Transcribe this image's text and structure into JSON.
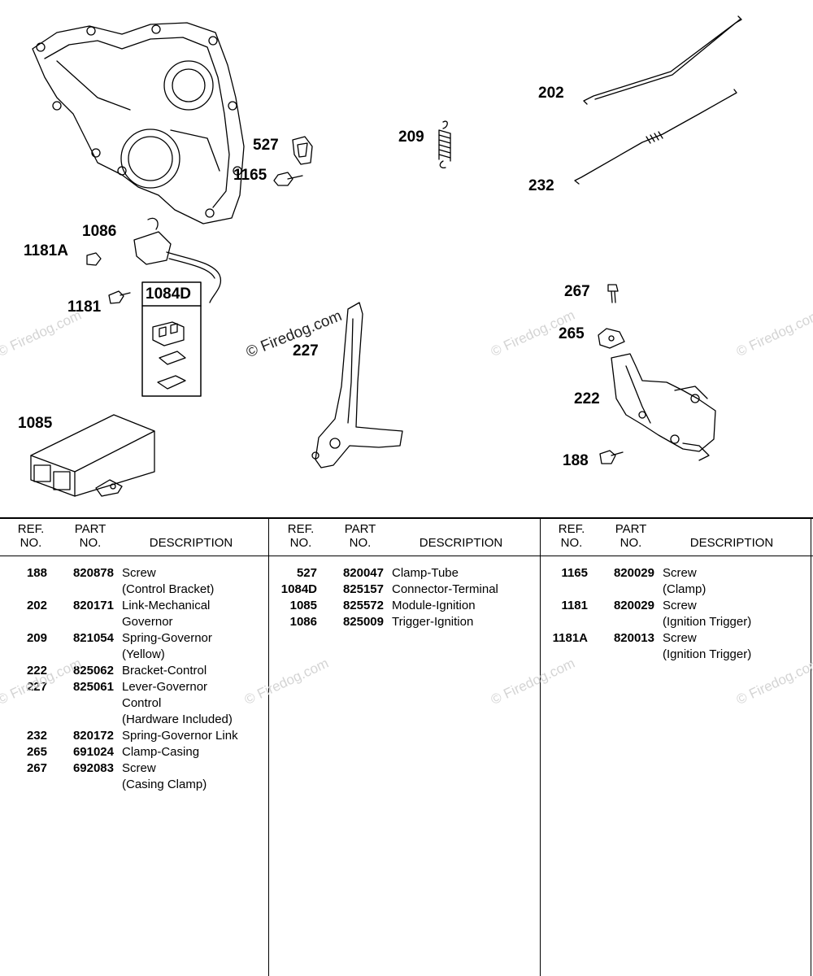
{
  "callouts": {
    "c202": "202",
    "c209": "209",
    "c232": "232",
    "c527": "527",
    "c1165": "1165",
    "c1086": "1086",
    "c1181A": "1181A",
    "c1181": "1181",
    "c1084D": "1084D",
    "c267": "267",
    "c265": "265",
    "c222": "222",
    "c188": "188",
    "c1085": "1085",
    "c227": "227"
  },
  "watermark": {
    "text": "© Firedog.com",
    "partial_left": "© Firedog.com",
    "partial_right": "© Firedog.com"
  },
  "table": {
    "headers": {
      "ref_line1": "REF.",
      "ref_line2": "NO.",
      "part_line1": "PART",
      "part_line2": "NO.",
      "description": "DESCRIPTION"
    },
    "columns": [
      {
        "rows": [
          {
            "ref": "188",
            "part": "820878",
            "desc": "Screw\n(Control Bracket)"
          },
          {
            "ref": "202",
            "part": "820171",
            "desc": "Link-Mechanical\nGovernor"
          },
          {
            "ref": "209",
            "part": "821054",
            "desc": "Spring-Governor\n(Yellow)"
          },
          {
            "ref": "222",
            "part": "825062",
            "desc": "Bracket-Control"
          },
          {
            "ref": "227",
            "part": "825061",
            "desc": "Lever-Governor\nControl\n(Hardware Included)"
          },
          {
            "ref": "232",
            "part": "820172",
            "desc": "Spring-Governor Link"
          },
          {
            "ref": "265",
            "part": "691024",
            "desc": "Clamp-Casing"
          },
          {
            "ref": "267",
            "part": "692083",
            "desc": "Screw\n(Casing Clamp)"
          }
        ]
      },
      {
        "rows": [
          {
            "ref": "527",
            "part": "820047",
            "desc": "Clamp-Tube"
          },
          {
            "ref": "1084D",
            "part": "825157",
            "desc": "Connector-Terminal"
          },
          {
            "ref": "1085",
            "part": "825572",
            "desc": "Module-Ignition"
          },
          {
            "ref": "1086",
            "part": "825009",
            "desc": "Trigger-Ignition"
          }
        ]
      },
      {
        "rows": [
          {
            "ref": "1165",
            "part": "820029",
            "desc": "Screw\n(Clamp)"
          },
          {
            "ref": "1181",
            "part": "820029",
            "desc": "Screw\n(Ignition Trigger)"
          },
          {
            "ref": "1181A",
            "part": "820013",
            "desc": "Screw\n(Ignition Trigger)"
          }
        ]
      }
    ]
  }
}
